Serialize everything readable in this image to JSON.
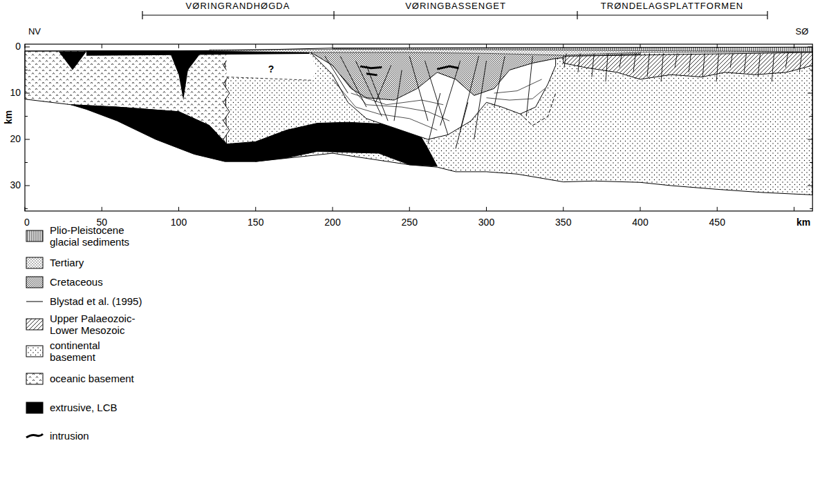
{
  "diagram": {
    "labels": [
      "VØRINGRANDHØGDA",
      "VØRINGBASSENGET",
      "TRØNDELAGSPLATTFORMEN",
      "NV",
      "SØ",
      "0",
      "10",
      "20",
      "30",
      "km",
      "0",
      "50",
      "100",
      "150",
      "200",
      "250",
      "300",
      "350",
      "400",
      "450",
      "km",
      "?"
    ],
    "legend": [
      {
        "text": "Plio-Pleistocene glacial sediments"
      },
      {
        "text": "Tertiary"
      },
      {
        "text": "Cretaceous"
      },
      {
        "text": "Blystad et al. (1995)"
      },
      {
        "text": "Upper Palaeozoic-Lower Mesozoic"
      },
      {
        "text": "continental basement"
      },
      {
        "text": "oceanic basement"
      },
      {
        "text": "extrusive, LCB",
        "color": "#000000"
      },
      {
        "text": "intrusion"
      }
    ]
  }
}
